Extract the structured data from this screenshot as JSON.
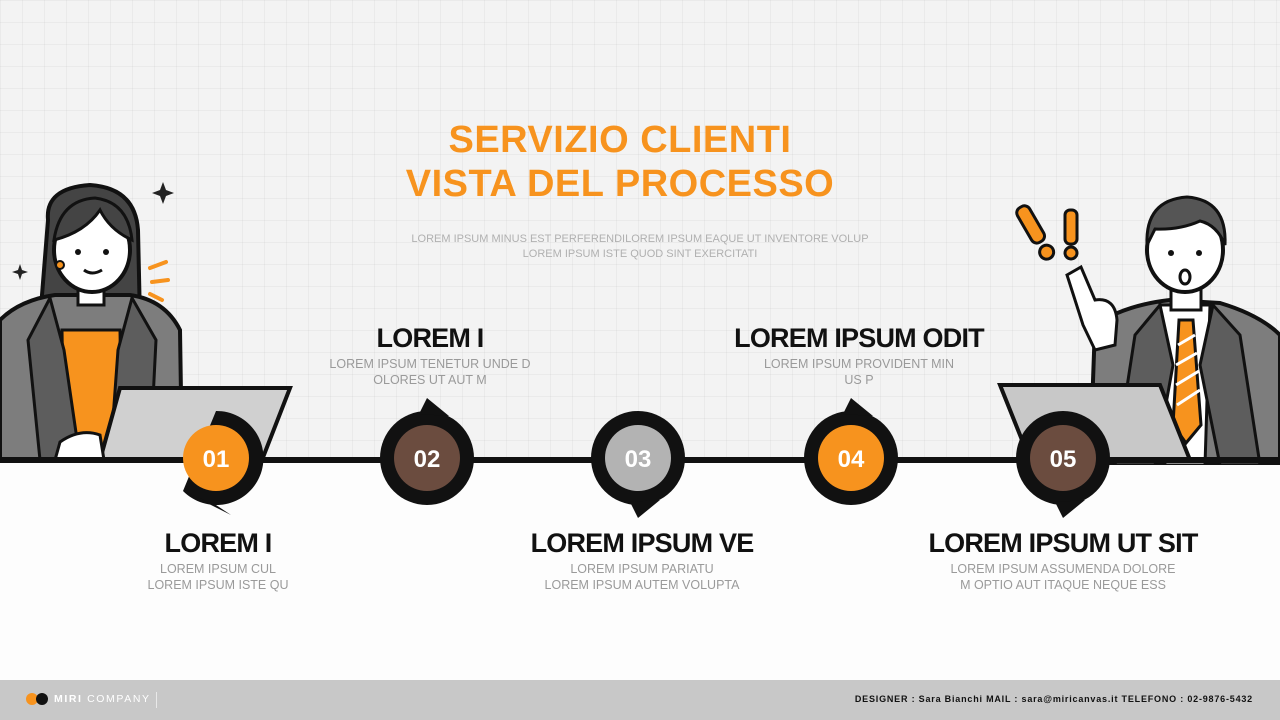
{
  "title_line1": "SERVIZIO CLIENTI",
  "title_line2": "VISTA DEL PROCESSO",
  "subtitle_line1": "LOREM IPSUM MINUS EST PERFERENDILOREM IPSUM EAQUE UT INVENTORE VOLUP",
  "subtitle_line2": "LOREM IPSUM ISTE QUOD SINT EXERCITATI",
  "steps": [
    {
      "number": "01",
      "color": "#f7931e",
      "title": "LOREM I",
      "desc_line1": "LOREM IPSUM CUL",
      "desc_line2": "LOREM IPSUM ISTE QU"
    },
    {
      "number": "02",
      "color": "#6b4c3f",
      "title": "LOREM I",
      "desc_line1": "LOREM IPSUM TENETUR UNDE D",
      "desc_line2": "OLORES UT AUT M"
    },
    {
      "number": "03",
      "color": "#b3b3b3",
      "title": "LOREM IPSUM VE",
      "desc_line1": "LOREM IPSUM PARIATU",
      "desc_line2": "LOREM IPSUM AUTEM VOLUPTA"
    },
    {
      "number": "04",
      "color": "#f7931e",
      "title": "LOREM IPSUM ODIT",
      "desc_line1": "LOREM IPSUM PROVIDENT MIN",
      "desc_line2": "US P"
    },
    {
      "number": "05",
      "color": "#6b4c3f",
      "title": "LOREM IPSUM UT SIT",
      "desc_line1": "LOREM IPSUM ASSUMENDA DOLORE",
      "desc_line2": "M OPTIO AUT ITAQUE NEQUE ESS"
    }
  ],
  "footer": {
    "logo_bold": "MIRI",
    "logo_light": "COMPANY",
    "contact": "DESIGNER : Sara Bianchi MAIL : sara@miricanvas.it TELEFONO : 02-9876-5432"
  },
  "colors": {
    "accent": "#f7931e",
    "brown": "#6b4c3f",
    "gray": "#b3b3b3",
    "dark": "#111111"
  }
}
